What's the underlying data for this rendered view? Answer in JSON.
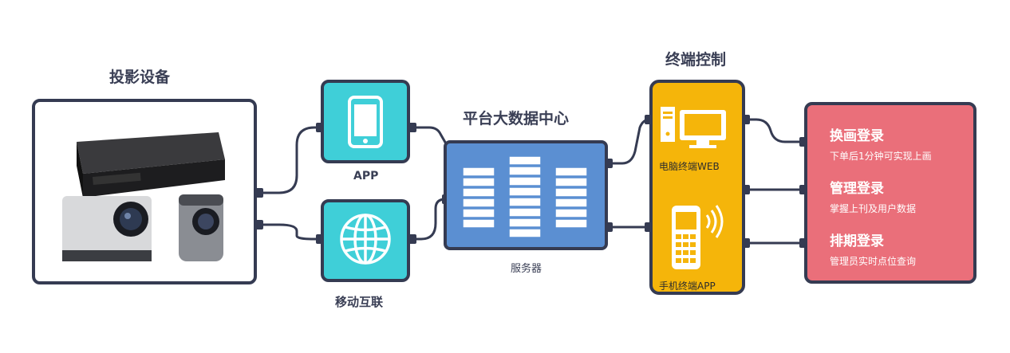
{
  "sections": {
    "projection_title": "投影设备",
    "app_label": "APP",
    "mobile_label": "移动互联",
    "platform_title": "平台大数据中心",
    "server_label": "服务器",
    "terminal_title": "终端控制",
    "pc_label": "电脑终端WEB",
    "phone_label": "手机终端APP"
  },
  "features": [
    {
      "title": "换画登录",
      "desc": "下单后1分钟可实现上画"
    },
    {
      "title": "管理登录",
      "desc": "掌握上刊及用户数据"
    },
    {
      "title": "排期登录",
      "desc": "管理员实时点位查询"
    }
  ],
  "colors": {
    "outline": "#353b52",
    "teal": "#3fcfd8",
    "server_blue": "#5b8fd2",
    "terminal_yellow": "#f5b50a",
    "feature_red": "#ea6f7a"
  },
  "icons": [
    "projector-device-image",
    "tablet-icon",
    "globe-icon",
    "server-rack-icon",
    "desktop-computer-icon",
    "mobile-phone-icon"
  ]
}
